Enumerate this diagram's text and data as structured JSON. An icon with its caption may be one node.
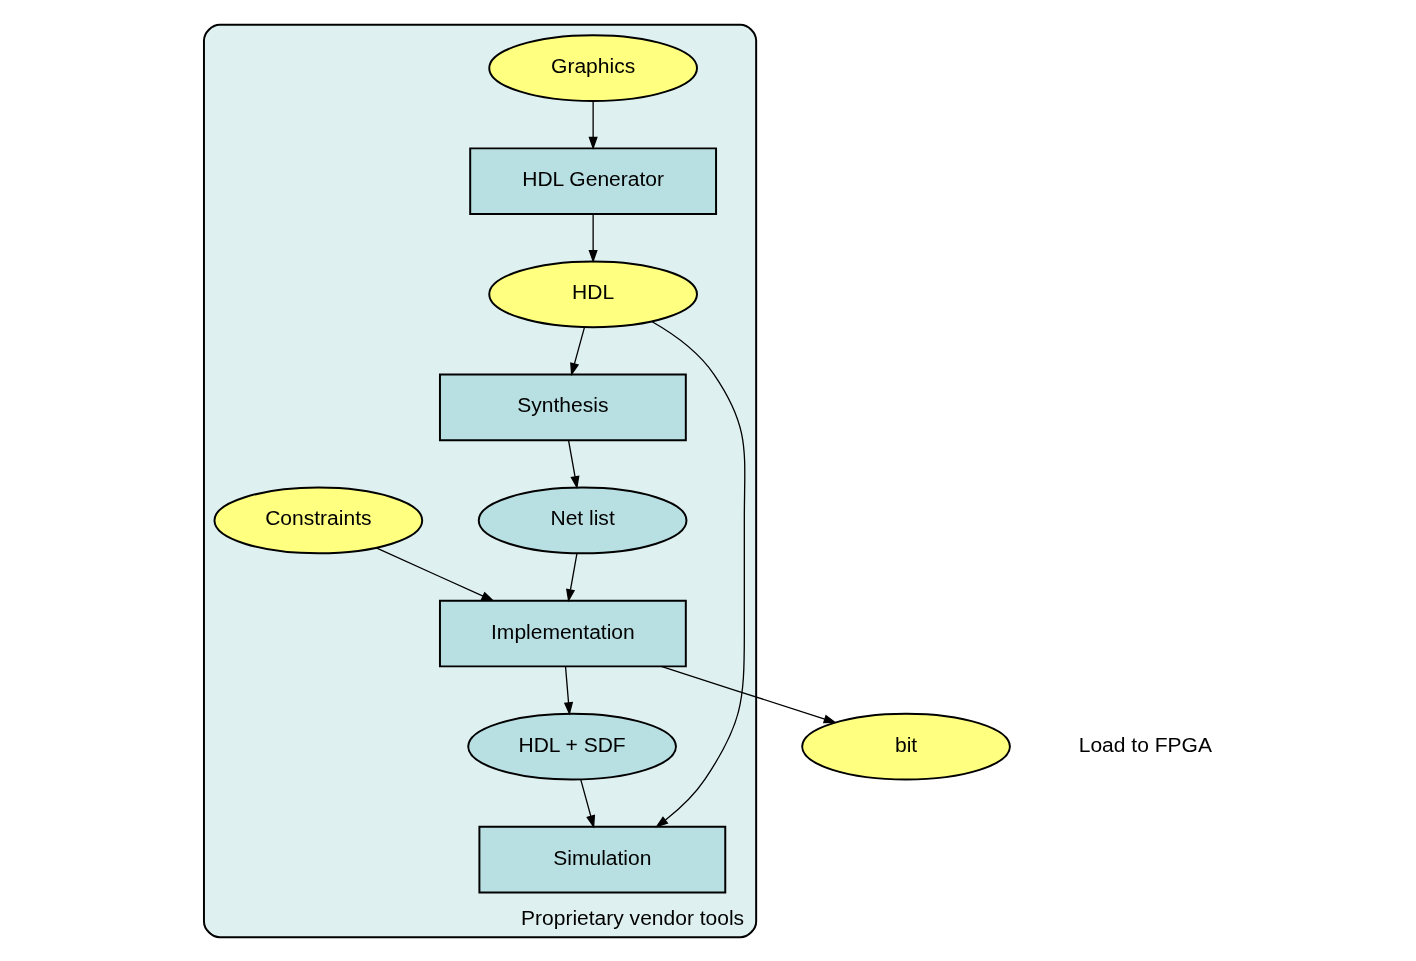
{
  "diagram": {
    "nodes": [
      {
        "text": [
          "Proprietary vendor tools"
        ]
      },
      {
        "text": [
          "Graphics"
        ],
        "in": 0
      },
      {
        "text": [
          "HDL Generator"
        ],
        "in": 0
      },
      {
        "text": [
          "HDL"
        ],
        "in": 0
      },
      {
        "text": [
          "Simulation"
        ],
        "in": 0
      },
      {
        "text": [
          "Synthesis"
        ],
        "in": 0
      },
      {
        "text": [
          "Constraints"
        ],
        "in": 0
      },
      {
        "text": [
          "Net list"
        ],
        "in": 0
      },
      {
        "text": [
          "HDL + SDF"
        ],
        "in": 0
      },
      {
        "text": [
          "Implementation"
        ],
        "in": 0
      },
      {
        "text": [
          "bit"
        ],
        "beside": [
          "Load to FPGA"
        ]
      }
    ],
    "edges": [
      {
        "from": 1,
        "to": 2,
        "arrow": "to"
      },
      {
        "from": 2,
        "to": 3,
        "arrow": "to"
      },
      {
        "from": 3,
        "to": 4,
        "arrow": "to"
      },
      {
        "from": 3,
        "to": 5,
        "arrow": "to"
      },
      {
        "from": 5,
        "to": 7,
        "arrow": "to"
      },
      {
        "from": 6,
        "to": 9,
        "arrow": "to"
      },
      {
        "from": 7,
        "to": 9,
        "arrow": "to"
      },
      {
        "from": 9,
        "to": 8,
        "arrow": "to"
      },
      {
        "from": 8,
        "to": 4,
        "arrow": "to"
      },
      {
        "from": 9,
        "to": 10,
        "arrow": "to"
      }
    ]
  }
}
